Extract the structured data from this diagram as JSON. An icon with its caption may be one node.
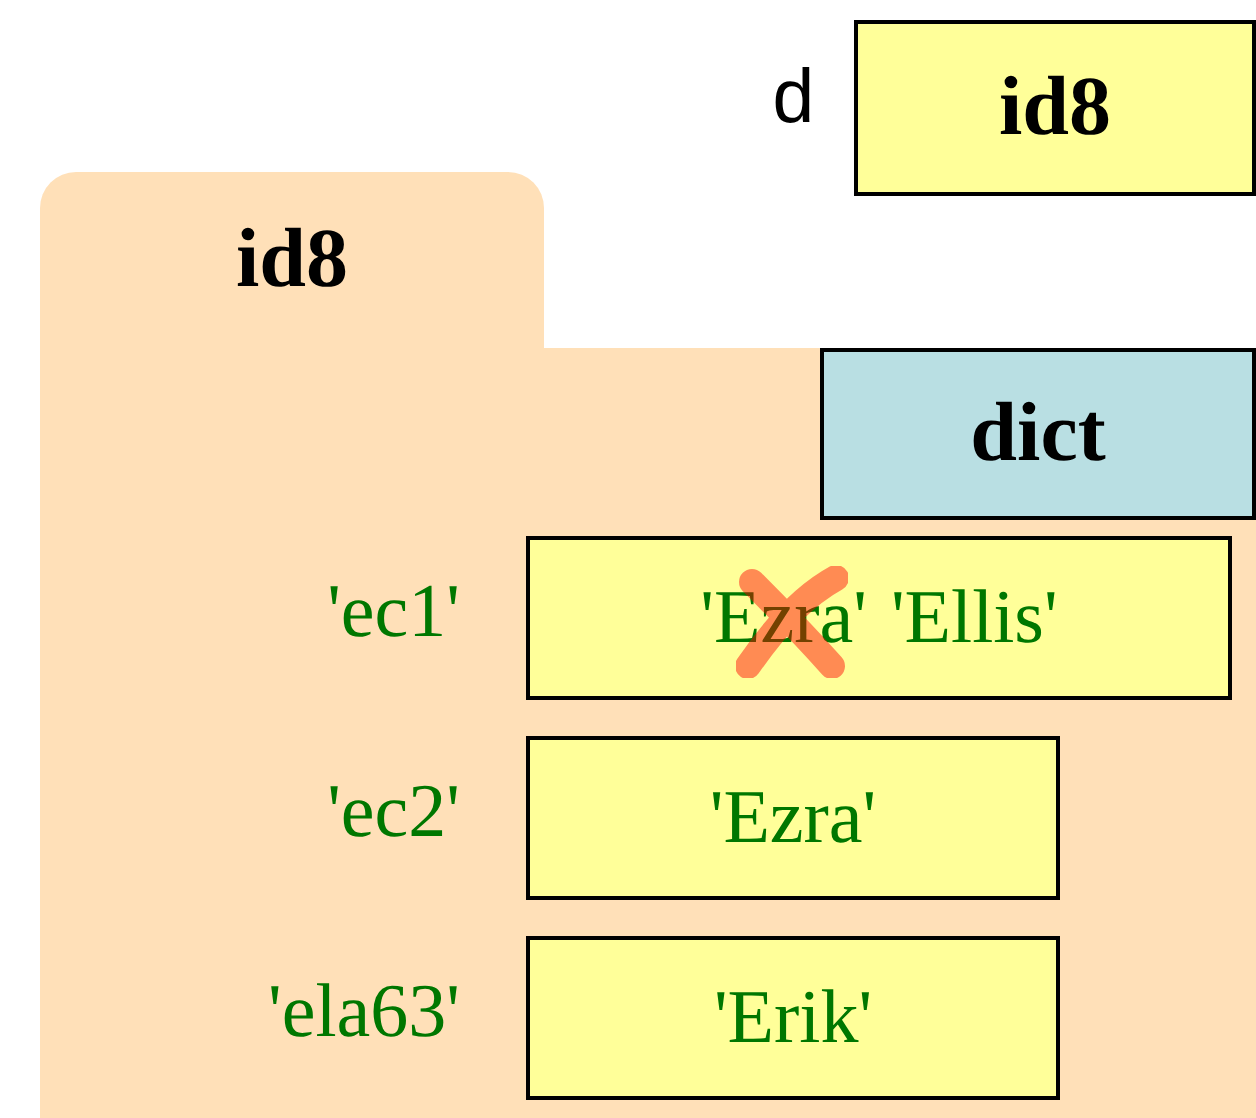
{
  "diagram": {
    "nodes": [
      {
        "text": [
          "id8"
        ],
        "beside": [
          "d"
        ]
      },
      {
        "text": [
          "id8"
        ]
      },
      {
        "text": [
          "dict"
        ],
        "in": 1
      },
      {
        "text": [
          "'Ezra'",
          "'Ellis'"
        ],
        "beside": [
          "'ec1'"
        ],
        "in": 1
      },
      {
        "text": [
          "'Ezra'"
        ],
        "beside": [
          "'ec2'"
        ],
        "in": 1
      },
      {
        "text": [
          "'Erik'"
        ],
        "beside": [
          "'ela63'"
        ],
        "in": 1
      }
    ]
  }
}
